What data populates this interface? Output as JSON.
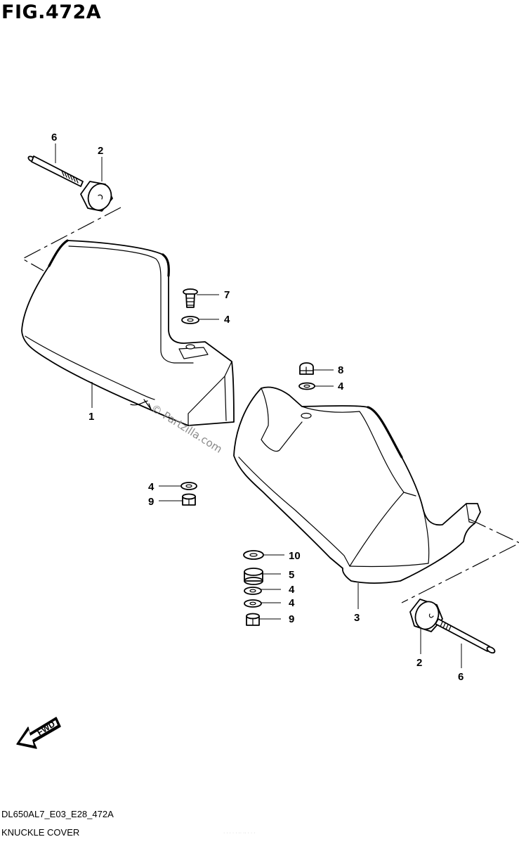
{
  "figure": {
    "title": "FIG.472A",
    "code": "DL650AL7_E03_E28_472A",
    "caption": "KNUCKLE COVER",
    "watermark": "© Partzilla.com",
    "fwd_label": "FWD",
    "faint_note": "· · · · · ·· ·· · · ·"
  },
  "callouts": [
    {
      "id": "6a",
      "label": "6"
    },
    {
      "id": "2a",
      "label": "2"
    },
    {
      "id": "7",
      "label": "7"
    },
    {
      "id": "4a",
      "label": "4"
    },
    {
      "id": "1",
      "label": "1"
    },
    {
      "id": "8",
      "label": "8"
    },
    {
      "id": "4b",
      "label": "4"
    },
    {
      "id": "4c",
      "label": "4"
    },
    {
      "id": "9a",
      "label": "9"
    },
    {
      "id": "10",
      "label": "10"
    },
    {
      "id": "5",
      "label": "5"
    },
    {
      "id": "4d",
      "label": "4"
    },
    {
      "id": "4e",
      "label": "4"
    },
    {
      "id": "9b",
      "label": "9"
    },
    {
      "id": "3",
      "label": "3"
    },
    {
      "id": "2b",
      "label": "2"
    },
    {
      "id": "6b",
      "label": "6"
    }
  ]
}
